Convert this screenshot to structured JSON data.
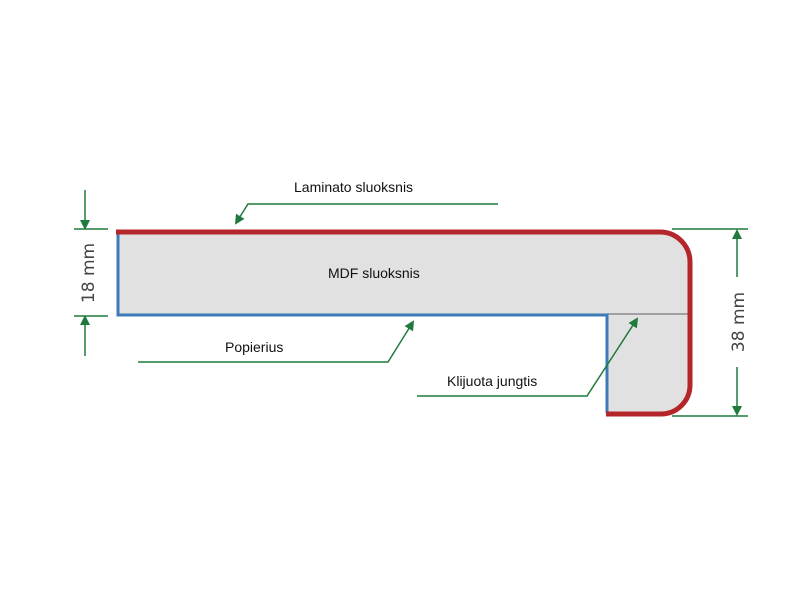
{
  "labels": {
    "laminate": "Laminato sluoksnis",
    "mdf": "MDF sluoksnis",
    "paper": "Popierius",
    "glued_joint": "Klijuota jungtis"
  },
  "dimensions": {
    "thin": "18 mm",
    "thick": "38 mm"
  },
  "colors": {
    "laminate": "#b5262a",
    "paper": "#3d7ab8",
    "fill": "#e1e1e1",
    "leader": "#1f7a3d",
    "joint": "#8a8a8a"
  }
}
